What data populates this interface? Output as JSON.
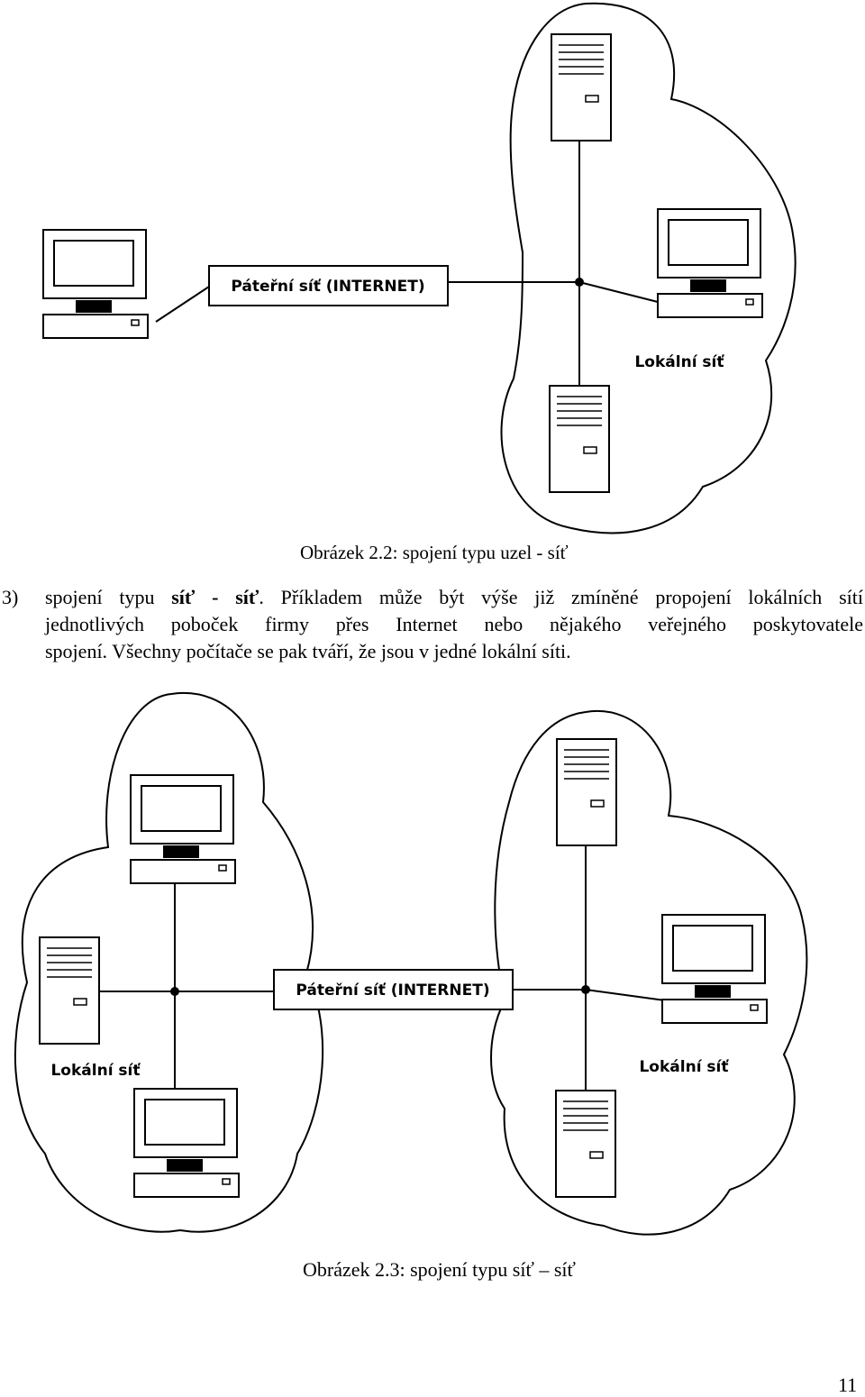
{
  "figure1": {
    "backbone_label": "Páteřní síť (INTERNET)",
    "lan_label": "Lokální síť",
    "caption": "Obrázek 2.2: spojení typu uzel - síť"
  },
  "paragraph": {
    "item_number": "3)",
    "line1_prefix": "spojení typu ",
    "line1_bold": "síť - síť",
    "line1_rest": ". Příkladem může být výše již zmíněné propojení lokálních sítí",
    "line2": "jednotlivých poboček firmy přes Internet nebo nějakého veřejného poskytovatele",
    "line3": "spojení. Všechny počítače se pak tváří, že jsou v jedné lokální síti."
  },
  "figure2": {
    "backbone_label": "Páteřní síť (INTERNET)",
    "lan_left_label": "Lokální síť",
    "lan_right_label": "Lokální síť",
    "caption": "Obrázek 2.3: spojení typu síť – síť"
  },
  "page_number": "11"
}
